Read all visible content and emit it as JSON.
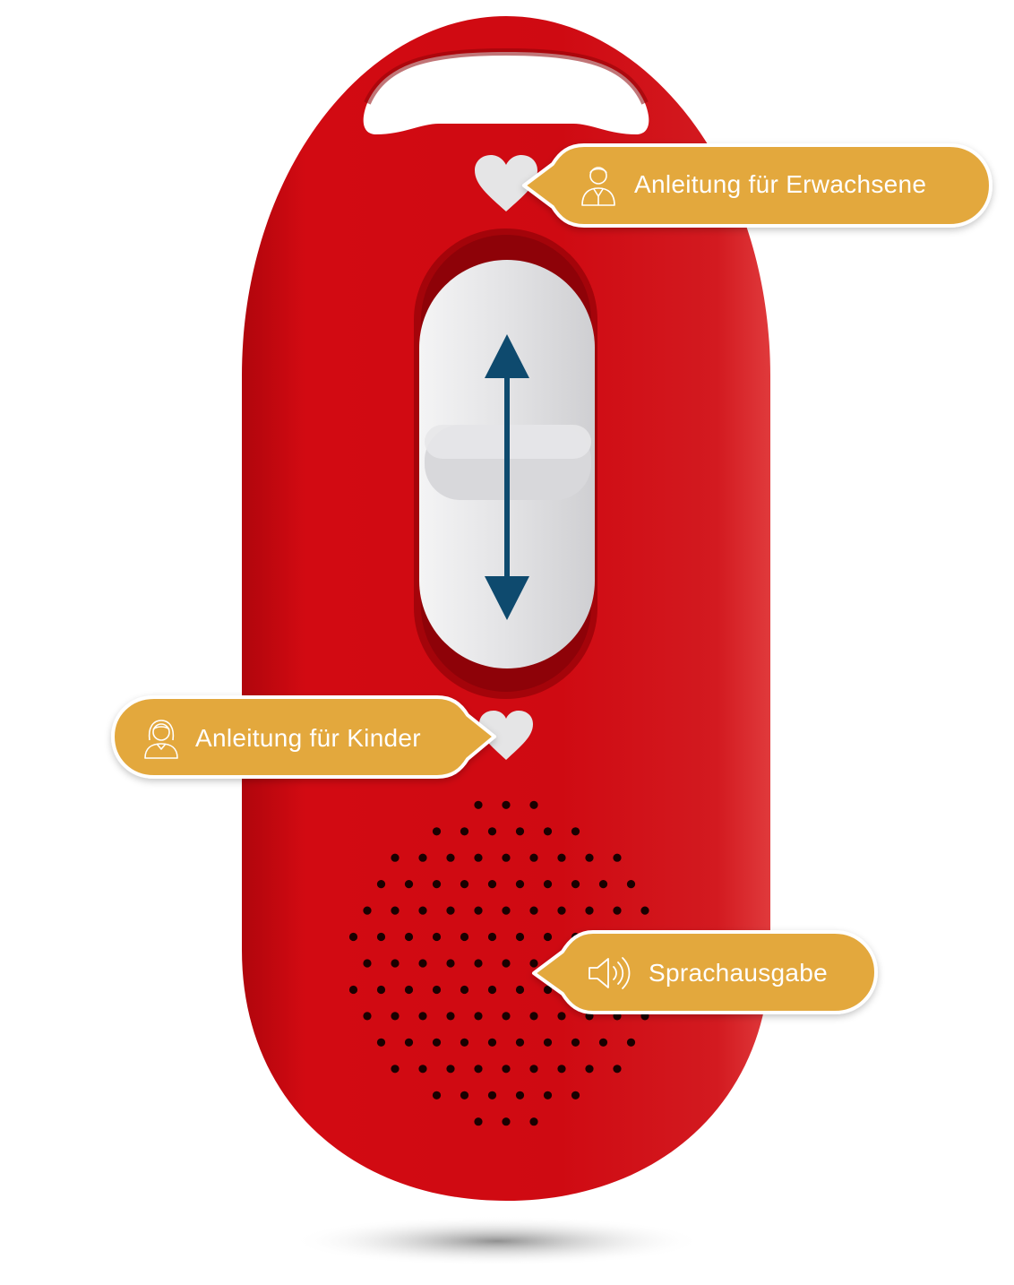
{
  "callouts": {
    "adults": {
      "label": "Anleitung für Erwachsene",
      "icon": "adult-person-icon"
    },
    "children": {
      "label": "Anleitung für Kinder",
      "icon": "child-person-icon"
    },
    "voice": {
      "label": "Sprachausgabe",
      "icon": "speaker-icon"
    }
  },
  "device": {
    "icons": [
      "heart-icon",
      "heart-icon",
      "double-arrow-icon"
    ],
    "colors": {
      "body": "#c8080f",
      "slider": "#e6e6e8",
      "arrow": "#0e4a6e",
      "callout": "#e3a83e"
    }
  }
}
